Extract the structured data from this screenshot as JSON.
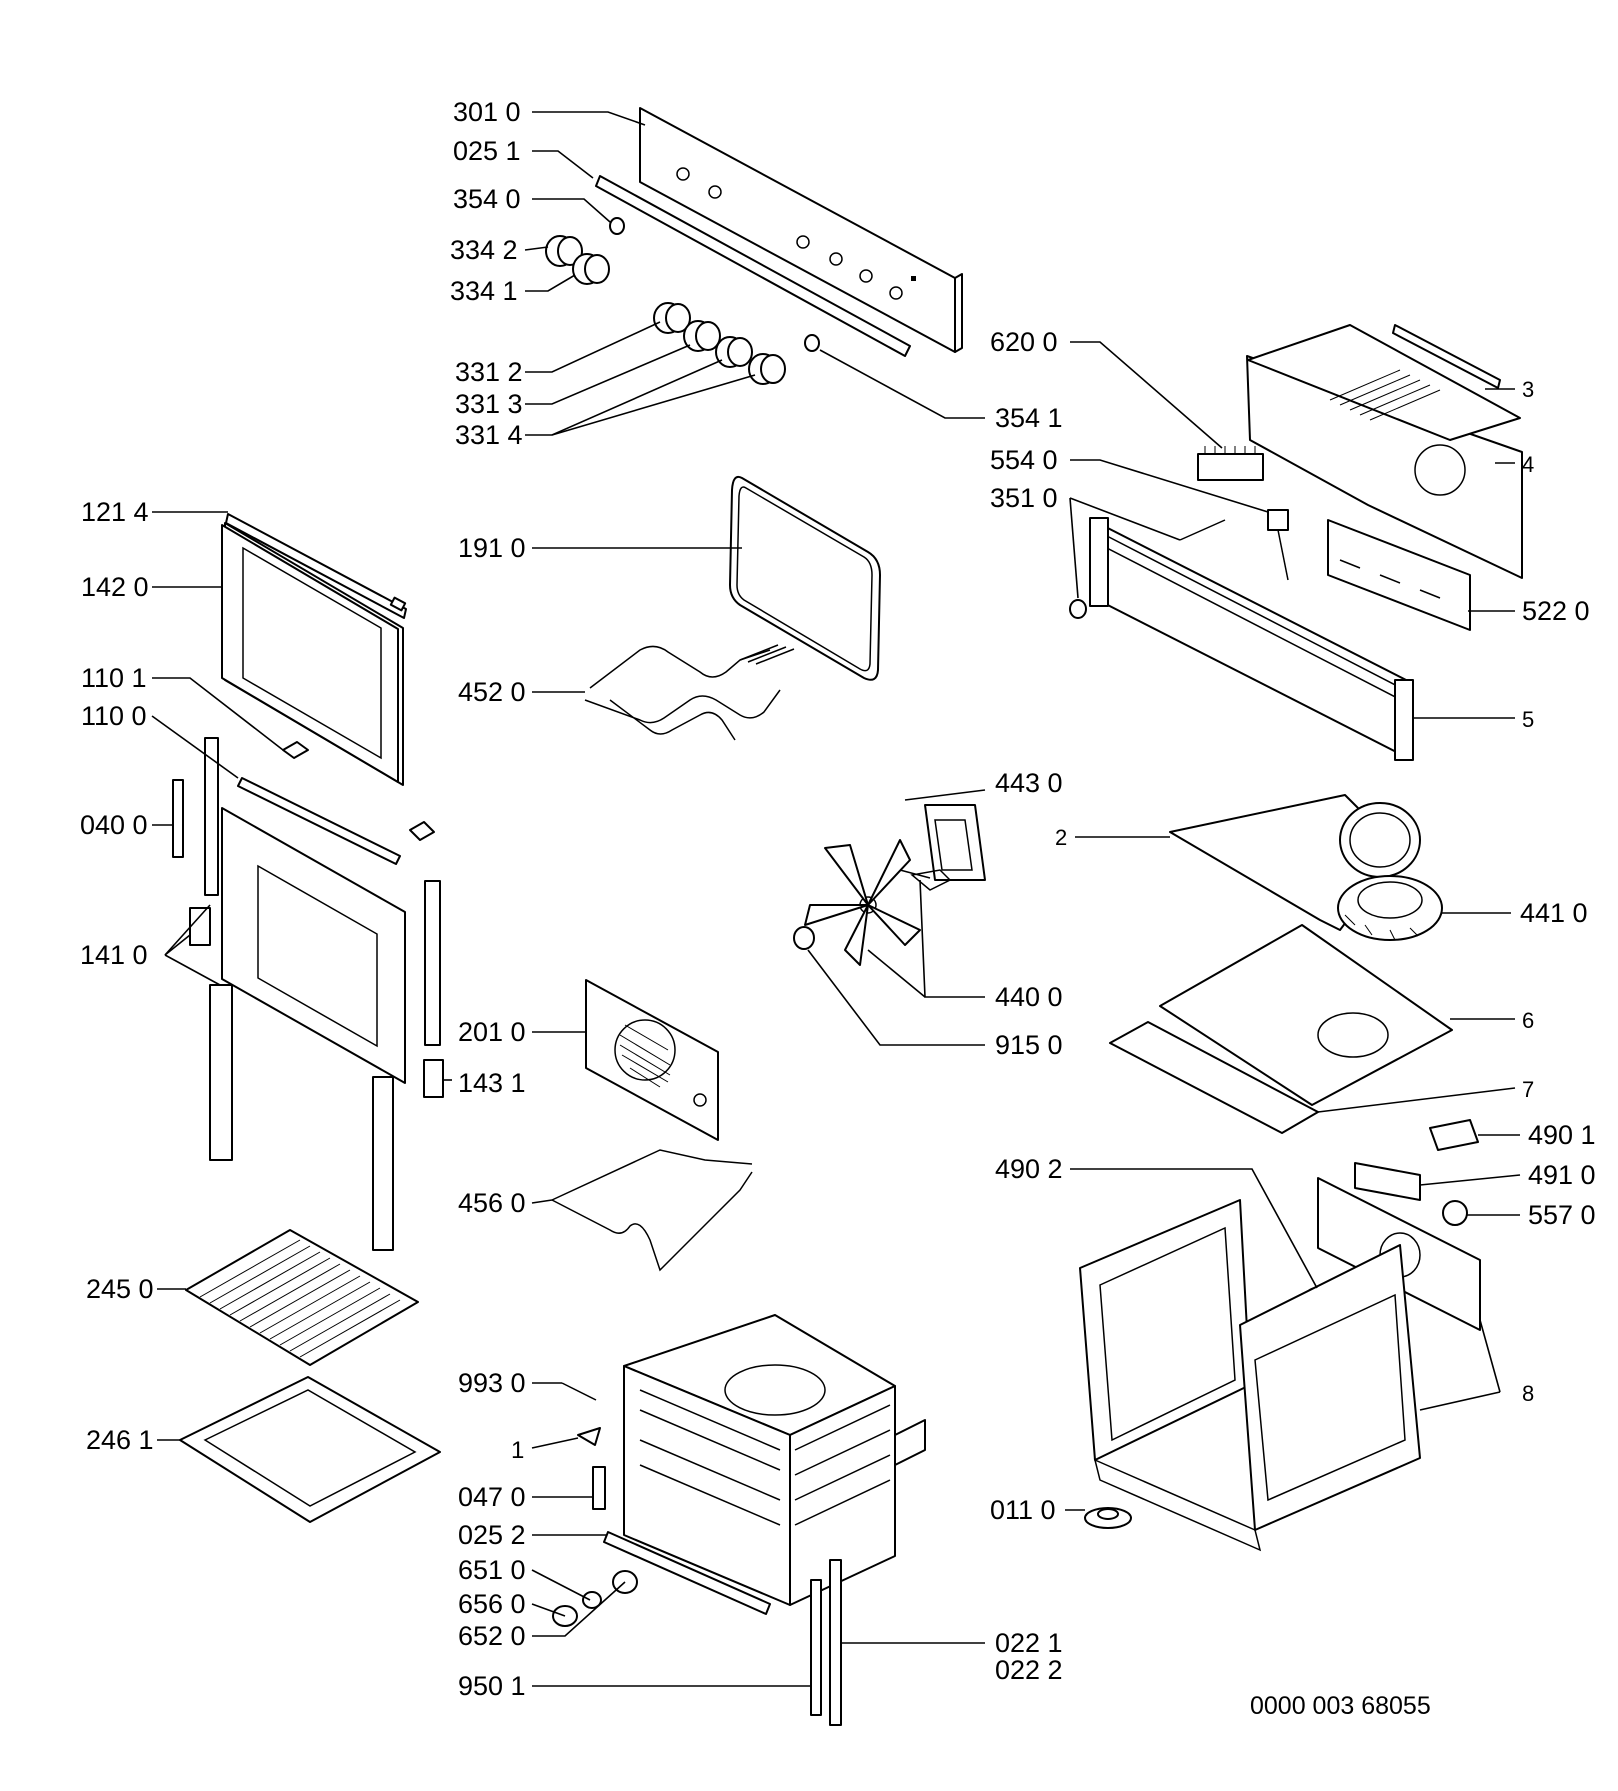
{
  "diagram": {
    "doc_number": "0000 003 68055",
    "labels": [
      {
        "id": "301-0",
        "text": "301 0"
      },
      {
        "id": "025-1",
        "text": "025 1"
      },
      {
        "id": "354-0",
        "text": "354 0"
      },
      {
        "id": "334-2",
        "text": "334 2"
      },
      {
        "id": "334-1",
        "text": "334 1"
      },
      {
        "id": "331-2",
        "text": "331 2"
      },
      {
        "id": "331-3",
        "text": "331 3"
      },
      {
        "id": "331-4",
        "text": "331 4"
      },
      {
        "id": "354-1",
        "text": "354 1"
      },
      {
        "id": "620-0",
        "text": "620 0"
      },
      {
        "id": "554-0",
        "text": "554 0"
      },
      {
        "id": "351-0",
        "text": "351 0"
      },
      {
        "id": "3",
        "text": "3"
      },
      {
        "id": "4",
        "text": "4"
      },
      {
        "id": "522-0",
        "text": "522 0"
      },
      {
        "id": "5",
        "text": "5"
      },
      {
        "id": "121-4",
        "text": "121 4"
      },
      {
        "id": "142-0",
        "text": "142 0"
      },
      {
        "id": "110-1",
        "text": "110 1"
      },
      {
        "id": "110-0",
        "text": "110 0"
      },
      {
        "id": "040-0",
        "text": "040 0"
      },
      {
        "id": "141-0",
        "text": "141 0"
      },
      {
        "id": "191-0",
        "text": "191 0"
      },
      {
        "id": "452-0",
        "text": "452 0"
      },
      {
        "id": "443-0",
        "text": "443 0"
      },
      {
        "id": "2",
        "text": "2"
      },
      {
        "id": "441-0",
        "text": "441 0"
      },
      {
        "id": "440-0",
        "text": "440 0"
      },
      {
        "id": "915-0",
        "text": "915 0"
      },
      {
        "id": "6",
        "text": "6"
      },
      {
        "id": "7",
        "text": "7"
      },
      {
        "id": "201-0",
        "text": "201 0"
      },
      {
        "id": "143-1",
        "text": "143 1"
      },
      {
        "id": "456-0",
        "text": "456 0"
      },
      {
        "id": "490-1",
        "text": "490 1"
      },
      {
        "id": "490-2",
        "text": "490 2"
      },
      {
        "id": "491-0",
        "text": "491 0"
      },
      {
        "id": "557-0",
        "text": "557 0"
      },
      {
        "id": "245-0",
        "text": "245 0"
      },
      {
        "id": "246-1",
        "text": "246 1"
      },
      {
        "id": "993-0",
        "text": "993 0"
      },
      {
        "id": "1",
        "text": "1"
      },
      {
        "id": "047-0",
        "text": "047 0"
      },
      {
        "id": "025-2",
        "text": "025 2"
      },
      {
        "id": "651-0",
        "text": "651 0"
      },
      {
        "id": "656-0",
        "text": "656 0"
      },
      {
        "id": "652-0",
        "text": "652 0"
      },
      {
        "id": "8",
        "text": "8"
      },
      {
        "id": "011-0",
        "text": "011 0"
      },
      {
        "id": "022-1",
        "text": "022 1"
      },
      {
        "id": "022-2",
        "text": "022 2"
      },
      {
        "id": "950-1",
        "text": "950 1"
      }
    ]
  }
}
